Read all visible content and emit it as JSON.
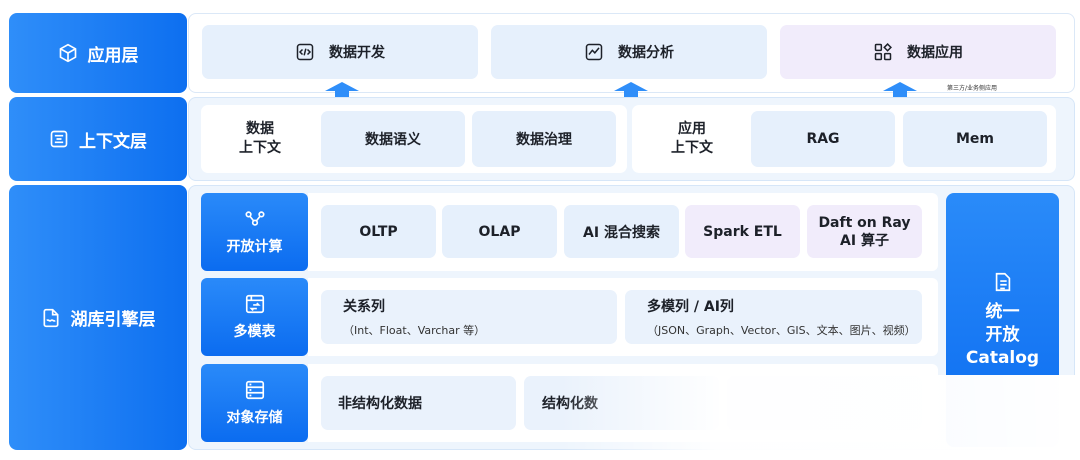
{
  "layers": {
    "app": "应用层",
    "context": "上下文层",
    "lake": "湖库引擎层"
  },
  "app_row": {
    "dev": "数据开发",
    "analysis": "数据分析",
    "application": "数据应用",
    "note": "第三方/业务侧应用"
  },
  "context_row": {
    "data_ctx": "数据\n上下文",
    "semantics": "数据语义",
    "governance": "数据治理",
    "app_ctx": "应用\n上下文",
    "rag": "RAG",
    "mem": "Mem"
  },
  "compute": {
    "label": "开放计算",
    "items": [
      "OLTP",
      "OLAP",
      "AI 混合搜索",
      "Spark ETL",
      "Daft on Ray\nAI 算子"
    ]
  },
  "multitable": {
    "label": "多模表",
    "relational_title": "关系列",
    "relational_sub": "（Int、Float、Varchar 等）",
    "multimodal_title": "多模列 / AI列",
    "multimodal_sub": "（JSON、Graph、Vector、GIS、文本、图片、视频）"
  },
  "storage": {
    "label": "对象存储",
    "unstructured": "非结构化数据",
    "structured": "结构化数"
  },
  "catalog": "统一\n开放\nCatalog",
  "colors": {
    "accent": "#0d6ff0",
    "panel": "#eef5fd",
    "box_blue": "#e6f0fc",
    "box_purple": "#f1ecfb"
  }
}
